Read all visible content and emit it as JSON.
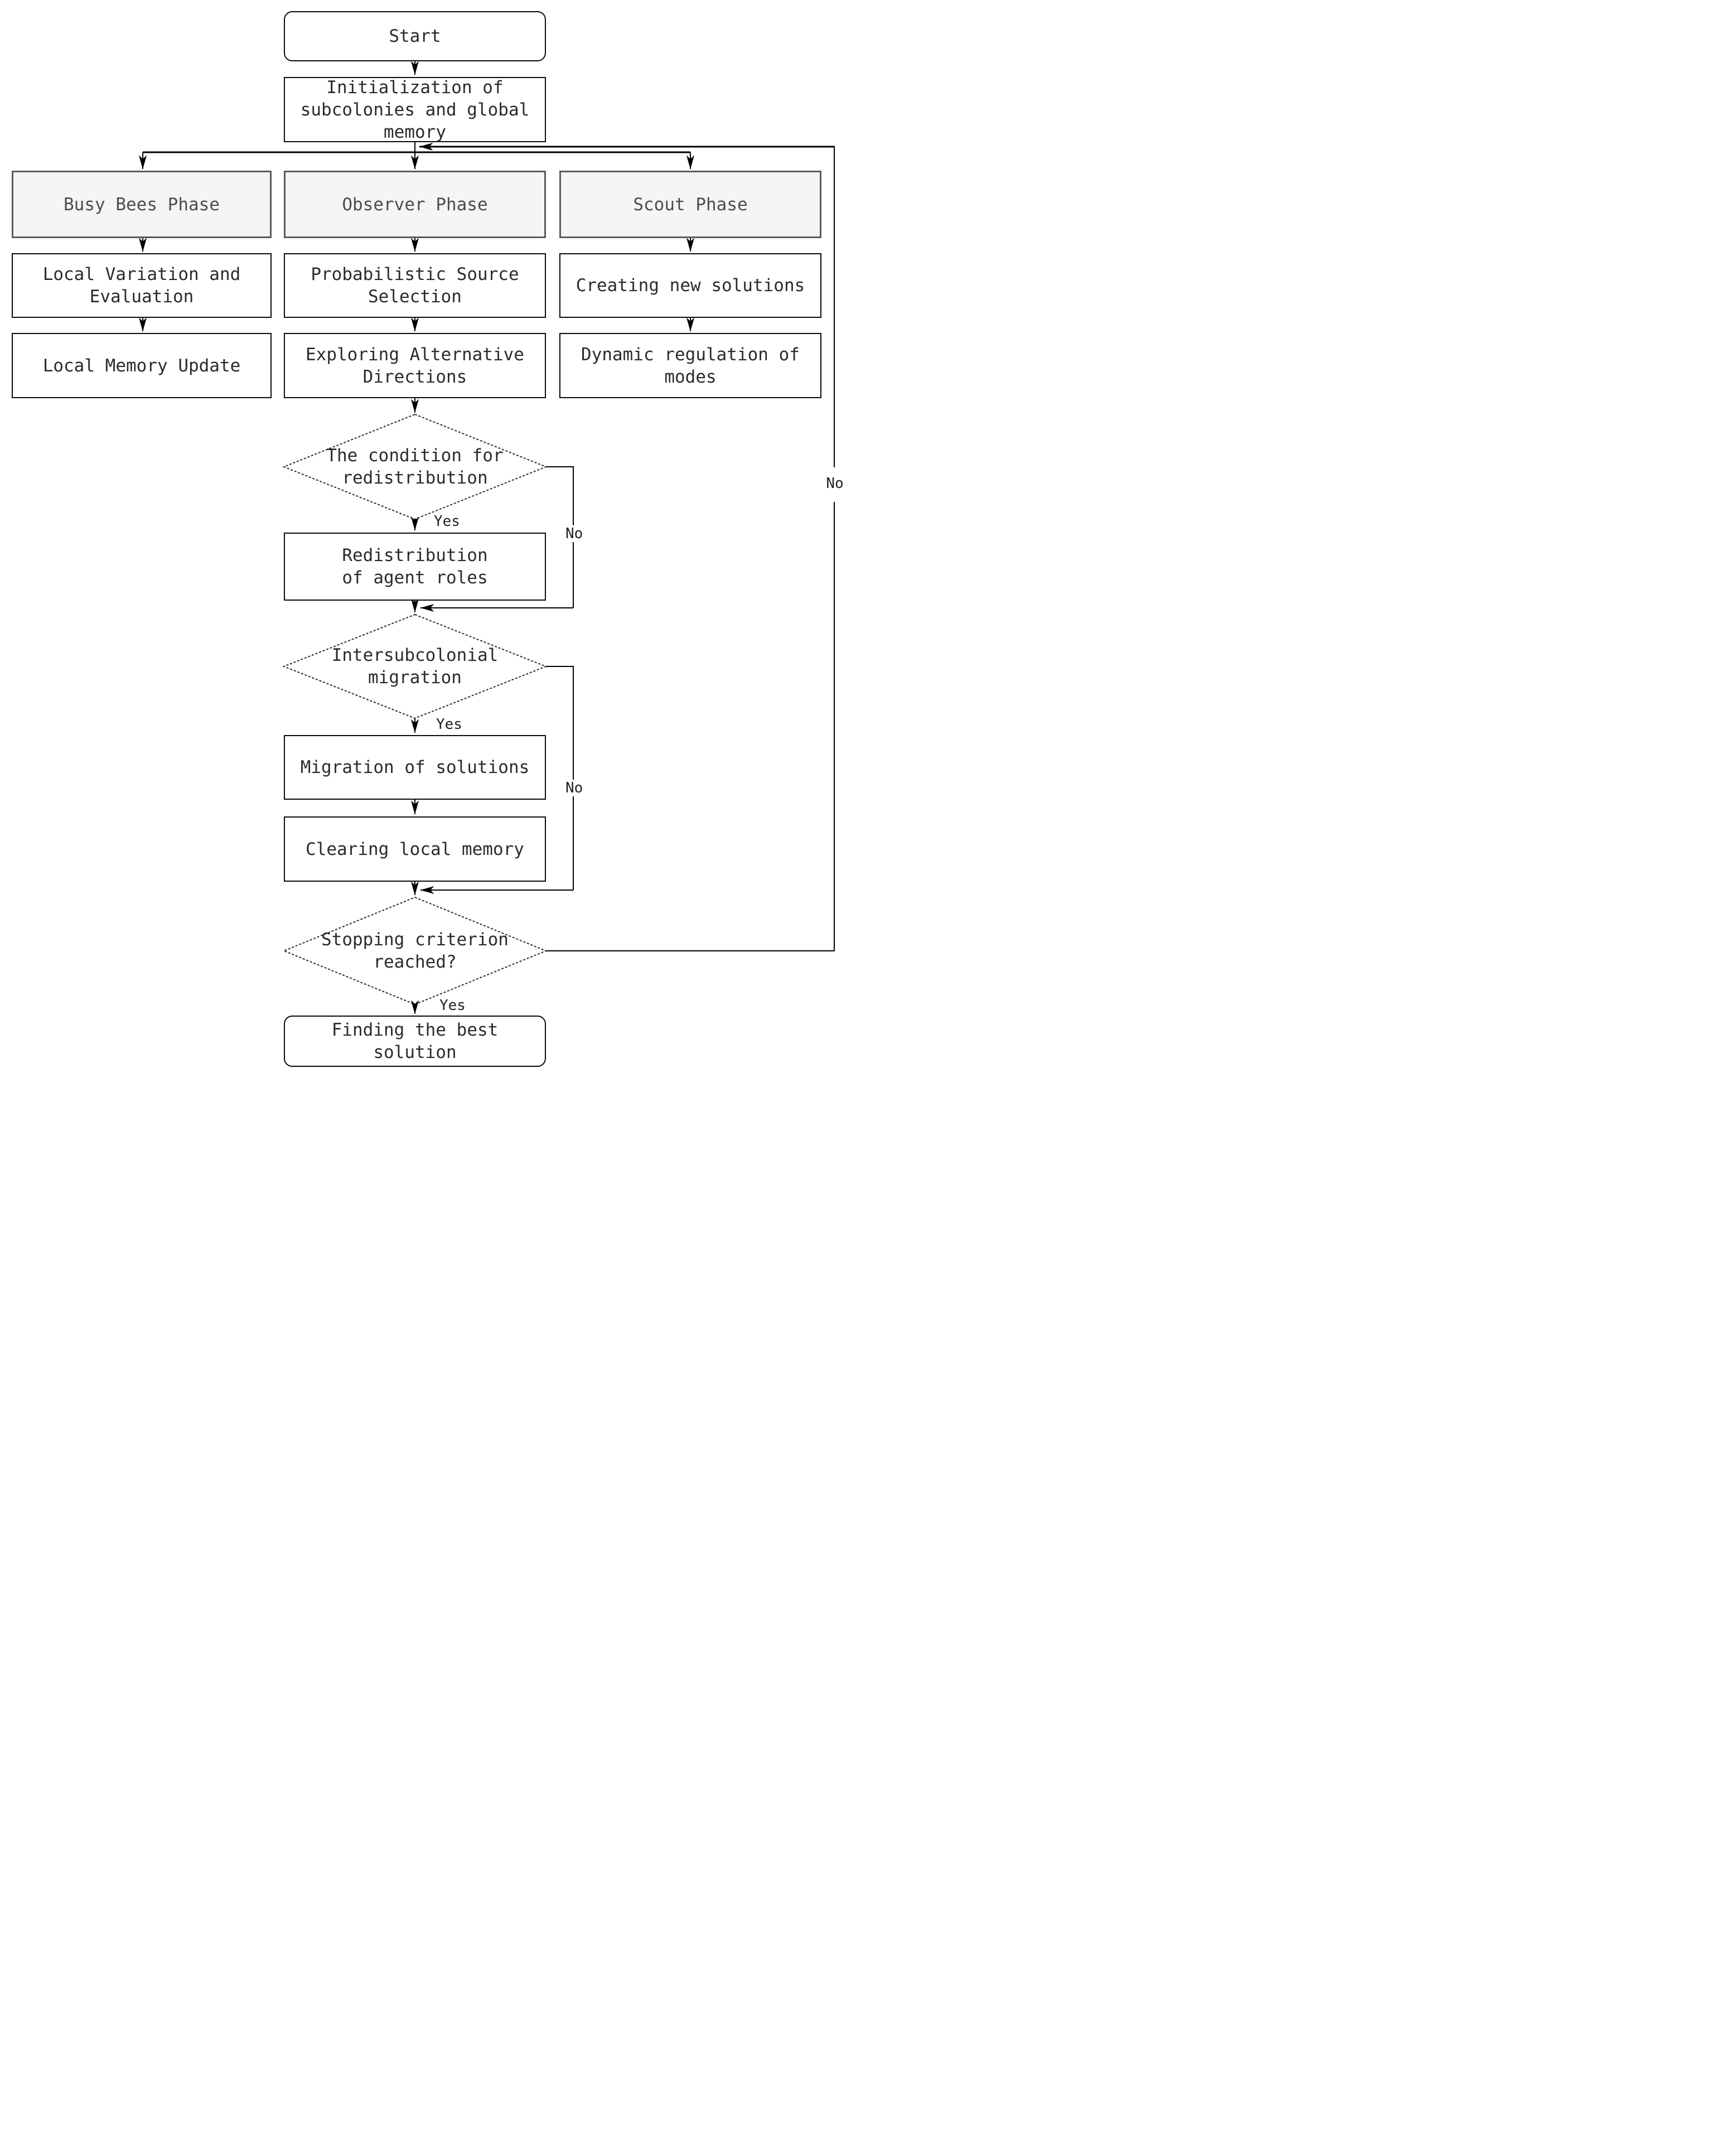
{
  "diagram": {
    "title": "Bee colony optimization flowchart",
    "nodes": {
      "start": {
        "label": "Start",
        "shape": "terminator"
      },
      "init": {
        "label": "Initialization of\nsubcolonies and global\nmemory",
        "shape": "process"
      },
      "busy_phase": {
        "label": "Busy Bees Phase",
        "shape": "phase-header"
      },
      "observer_phase": {
        "label": "Observer Phase",
        "shape": "phase-header"
      },
      "scout_phase": {
        "label": "Scout Phase",
        "shape": "phase-header"
      },
      "local_variation": {
        "label": "Local Variation and\nEvaluation",
        "shape": "process"
      },
      "prob_source": {
        "label": "Probabilistic Source\nSelection",
        "shape": "process"
      },
      "creating_new": {
        "label": "Creating new solutions",
        "shape": "process"
      },
      "local_memory": {
        "label": "Local Memory Update",
        "shape": "process"
      },
      "exploring": {
        "label": "Exploring Alternative\nDirections",
        "shape": "process"
      },
      "dynamic_reg": {
        "label": "Dynamic regulation of\nmodes",
        "shape": "process"
      },
      "cond_redistribution": {
        "label": "The condition for\nredistribution",
        "shape": "decision"
      },
      "redistribution": {
        "label": "Redistribution\nof agent roles",
        "shape": "process"
      },
      "intersubcolonial": {
        "label": "Intersubcolonial\nmigration",
        "shape": "decision"
      },
      "migration": {
        "label": "Migration of solutions",
        "shape": "process"
      },
      "clearing": {
        "label": "Clearing local memory",
        "shape": "process"
      },
      "stopping": {
        "label": "Stopping criterion\nreached?",
        "shape": "decision"
      },
      "finding": {
        "label": "Finding the best\nsolution",
        "shape": "terminator"
      }
    },
    "edge_labels": {
      "yes_redistribution": "Yes",
      "no_redistribution": "No",
      "yes_migration": "Yes",
      "no_migration": "No",
      "yes_stopping": "Yes",
      "no_stopping": "No"
    },
    "colors": {
      "background": "#ffffff",
      "line": "#000000",
      "box_border": "#0a0a0a",
      "phase_fill": "#f5f5f5",
      "phase_border": "#5a5a5a",
      "phase_text": "#4c4c4c",
      "text": "#2b2b2b"
    }
  }
}
